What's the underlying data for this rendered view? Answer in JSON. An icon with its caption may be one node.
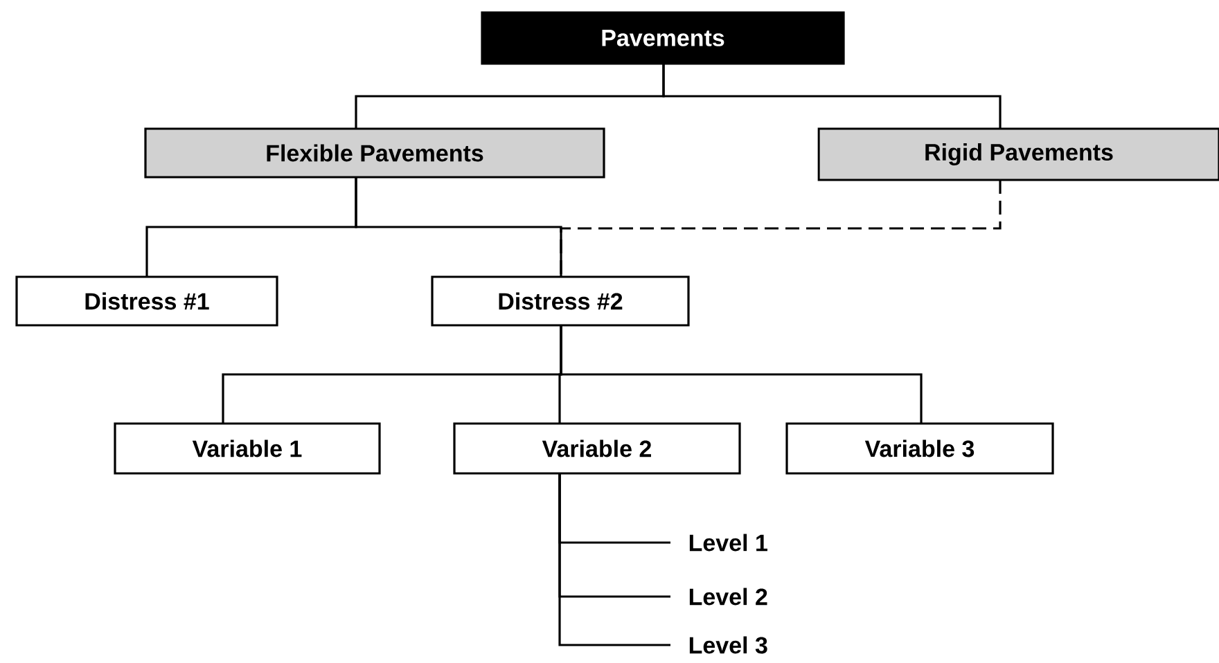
{
  "diagram": {
    "nodes": [
      {
        "text": [
          "Pavements"
        ]
      },
      {
        "text": [
          "Flexible Pavements"
        ]
      },
      {
        "text": [
          "Rigid Pavements"
        ]
      },
      {
        "text": [
          "Distress #1"
        ]
      },
      {
        "text": [
          "Distress #2"
        ]
      },
      {
        "text": [
          "Variable 1"
        ]
      },
      {
        "text": [
          "Variable 2"
        ]
      },
      {
        "text": [
          "Variable  3"
        ]
      },
      {
        "text": [
          "Level 1"
        ]
      },
      {
        "text": [
          "Level 2"
        ]
      },
      {
        "text": [
          "Level 3"
        ]
      }
    ],
    "edges": [
      {
        "from": 0,
        "to": 1,
        "arrow": "none"
      },
      {
        "from": 0,
        "to": 2,
        "arrow": "none"
      },
      {
        "from": 1,
        "to": 3,
        "arrow": "none"
      },
      {
        "from": 1,
        "to": 4,
        "arrow": "none"
      },
      {
        "from": 2,
        "to": 4,
        "arrow": "none",
        "style": "dashed"
      },
      {
        "from": 4,
        "to": 5,
        "arrow": "none"
      },
      {
        "from": 4,
        "to": 6,
        "arrow": "none"
      },
      {
        "from": 4,
        "to": 7,
        "arrow": "none"
      },
      {
        "from": 6,
        "to": 8,
        "arrow": "none"
      },
      {
        "from": 6,
        "to": 9,
        "arrow": "none"
      },
      {
        "from": 6,
        "to": 10,
        "arrow": "none"
      }
    ]
  }
}
